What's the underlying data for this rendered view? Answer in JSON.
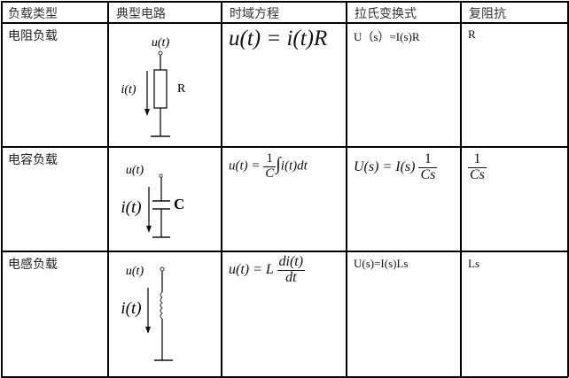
{
  "table": {
    "headers": [
      "负载类型",
      "典型电路",
      "时域方程",
      "拉氏变换式",
      "复阻抗"
    ],
    "rows": [
      {
        "load_type": "电阻负载",
        "circuit": {
          "element": "resistor",
          "voltage_label": "u(t)",
          "current_label": "i(t)",
          "element_label": "R"
        },
        "time_domain": "u(t) = i(t)R",
        "laplace": "U（s）=I(s)R",
        "impedance": "R"
      },
      {
        "load_type": "电容负载",
        "circuit": {
          "element": "capacitor",
          "voltage_label": "u(t)",
          "current_label": "i(t)",
          "element_label": "C"
        },
        "time_domain": {
          "lhs": "u(t) =",
          "frac_num": "1",
          "frac_den": "C",
          "integral": "∫",
          "rest": "i(t)dt"
        },
        "laplace": {
          "lhs": "U(s) = I(s)",
          "frac_num": "1",
          "frac_den": "Cs"
        },
        "impedance": {
          "frac_num": "1",
          "frac_den": "Cs"
        }
      },
      {
        "load_type": "电感负载",
        "circuit": {
          "element": "inductor",
          "voltage_label": "u(t)",
          "current_label": "i(t)"
        },
        "time_domain": {
          "lhs": "u(t) = L",
          "frac_num": "di(t)",
          "frac_den": "dt"
        },
        "laplace": "U(s)=I(s)Ls",
        "impedance": "Ls"
      }
    ]
  }
}
